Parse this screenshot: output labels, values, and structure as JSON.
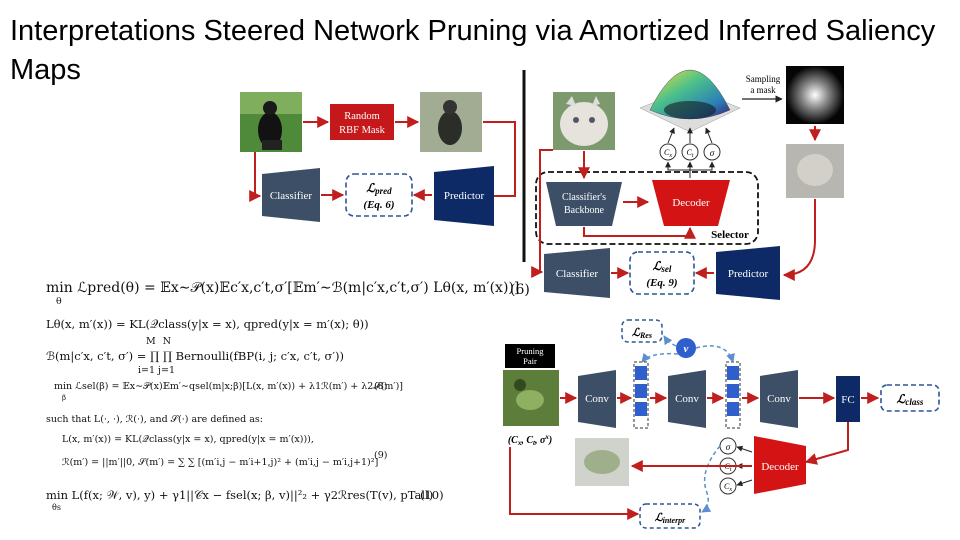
{
  "slide": {
    "title": "Interpretations Steered Network Pruning via Amortized Inferred Saliency Maps"
  },
  "top_left_diagram": {
    "mask_box": "Random\nRBF Mask",
    "classifier": "Classifier",
    "predictor": "Predictor",
    "loss_name": "ℒpred",
    "loss_ref": "(Eq. 6)"
  },
  "top_right_diagram": {
    "sampling": "Sampling\na mask",
    "params": [
      "Cx",
      "Ct",
      "σ"
    ],
    "backbone": "Classifier's\nBackbone",
    "decoder": "Decoder",
    "selector": "Selector",
    "classifier": "Classifier",
    "predictor": "Predictor",
    "loss_name": "ℒsel",
    "loss_ref": "(Eq. 9)",
    "eq_number": "(6)"
  },
  "bottom_diagram": {
    "pruning_pair": "Pruning\nPair",
    "pair_params": "(Cₓˣ, Cₜˣ, σˣ)",
    "conv": [
      "Conv",
      "Conv",
      "Conv"
    ],
    "fc": "FC",
    "loss_class": "ℒclass",
    "loss_res": "ℒRes",
    "v": "v",
    "decoder": "Decoder",
    "params": [
      "σ",
      "Ct",
      "Cx"
    ],
    "loss_interpr": "ℒinterpr"
  },
  "equations": {
    "eq1": "min ℒpred(θ) = 𝔼x∼𝒫(x)𝔼c′x,c′t,σ′[𝔼m′∼ℬ(m|c′x,c′t,σ′) Lθ(x, m′(x))]",
    "eq1_sub": "θ",
    "eq2": "Lθ(x, m′(x)) = KL(𝒬class(y|x = x),  qpred(y|x = m′(x); θ))",
    "eq3": "ℬ(m|c′x, c′t, σ′) = ∏ ∏ Bernoulli(fBP(i, j; c′x, c′t, σ′))",
    "eq3_lim": "i=1 j=1",
    "eq3_top": "M   N",
    "eq4": "min ℒsel(β) = 𝔼x∼𝒫(x)𝔼m′∼qsel(m|x;β)[L(x, m′(x)) + λ1ℛ(m′) + λ2𝒮(m′)]",
    "eq4_sub": "β",
    "eq4_num": "(8)",
    "eq5": "such that  L(·, ·),  ℛ(·), and 𝒮(·) are defined as:",
    "eq6": "L(x, m′(x)) = KL(𝒬class(y|x = x),  qpred(y|x = m′(x))),",
    "eq7": "ℛ(m′) = ||m′||0,  𝒮(m′) = ∑ ∑ [(m′i,j − m′i+1,j)² + (m′i,j − m′i,j+1)²]",
    "eq7_num": "(9)",
    "eq8": "min L(f(x; 𝒲, v), y) + γ1||𝒞x − fsel(x; β, v)||²₂  + γ2ℛres(T(v), pTall)",
    "eq8_sub": "θs",
    "eq8_num": "(10)"
  }
}
